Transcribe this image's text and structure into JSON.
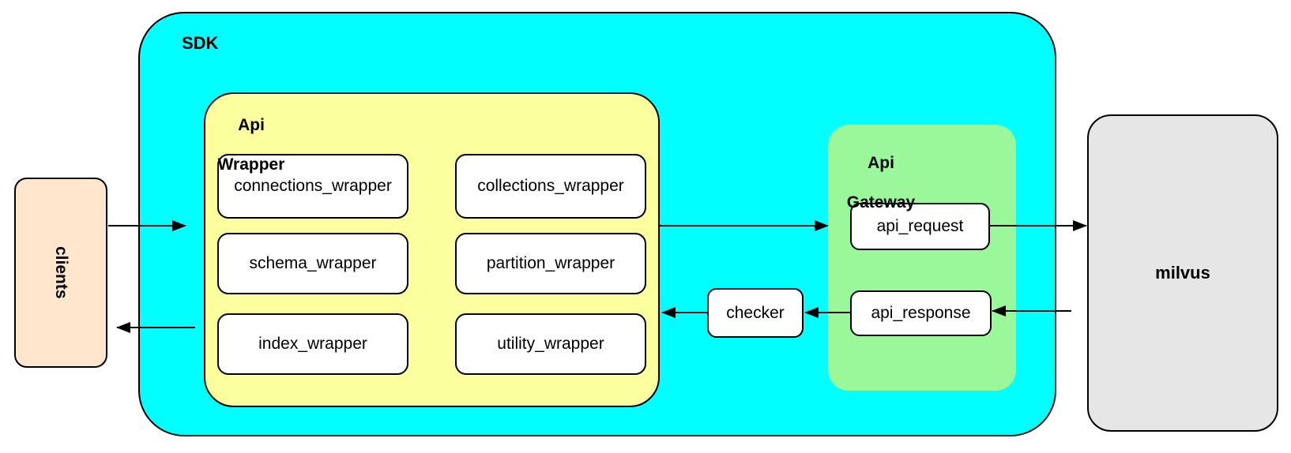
{
  "colors": {
    "sdk_bg": "#00FFFF",
    "api_wrapper_bg": "#FBFF9E",
    "api_gateway_bg": "#9AF89B",
    "clients_bg": "#FFE6CC",
    "milvus_bg": "#E6E6E6",
    "leaf_box_bg": "#FFFFFF",
    "border": "#000000"
  },
  "clients": {
    "label": "clients"
  },
  "sdk": {
    "label": "SDK",
    "api_wrapper": {
      "label_line1": "Api",
      "label_line2": "Wrapper",
      "modules": [
        "connections_wrapper",
        "collections_wrapper",
        "schema_wrapper",
        "partition_wrapper",
        "index_wrapper",
        "utility_wrapper"
      ]
    },
    "checker": {
      "label": "checker"
    },
    "api_gateway": {
      "label_line1": "Api",
      "label_line2": "Gateway",
      "request": {
        "label": "api_request"
      },
      "response": {
        "label": "api_response"
      }
    }
  },
  "milvus": {
    "label": "milvus"
  },
  "connections": [
    {
      "from": "clients",
      "to": "SDK"
    },
    {
      "from": "Api Wrapper",
      "to": "api_request"
    },
    {
      "from": "api_request",
      "to": "milvus"
    },
    {
      "from": "milvus",
      "to": "api_response"
    },
    {
      "from": "api_response",
      "to": "checker"
    },
    {
      "from": "checker",
      "to": "Api Wrapper"
    },
    {
      "from": "SDK",
      "to": "clients"
    }
  ]
}
